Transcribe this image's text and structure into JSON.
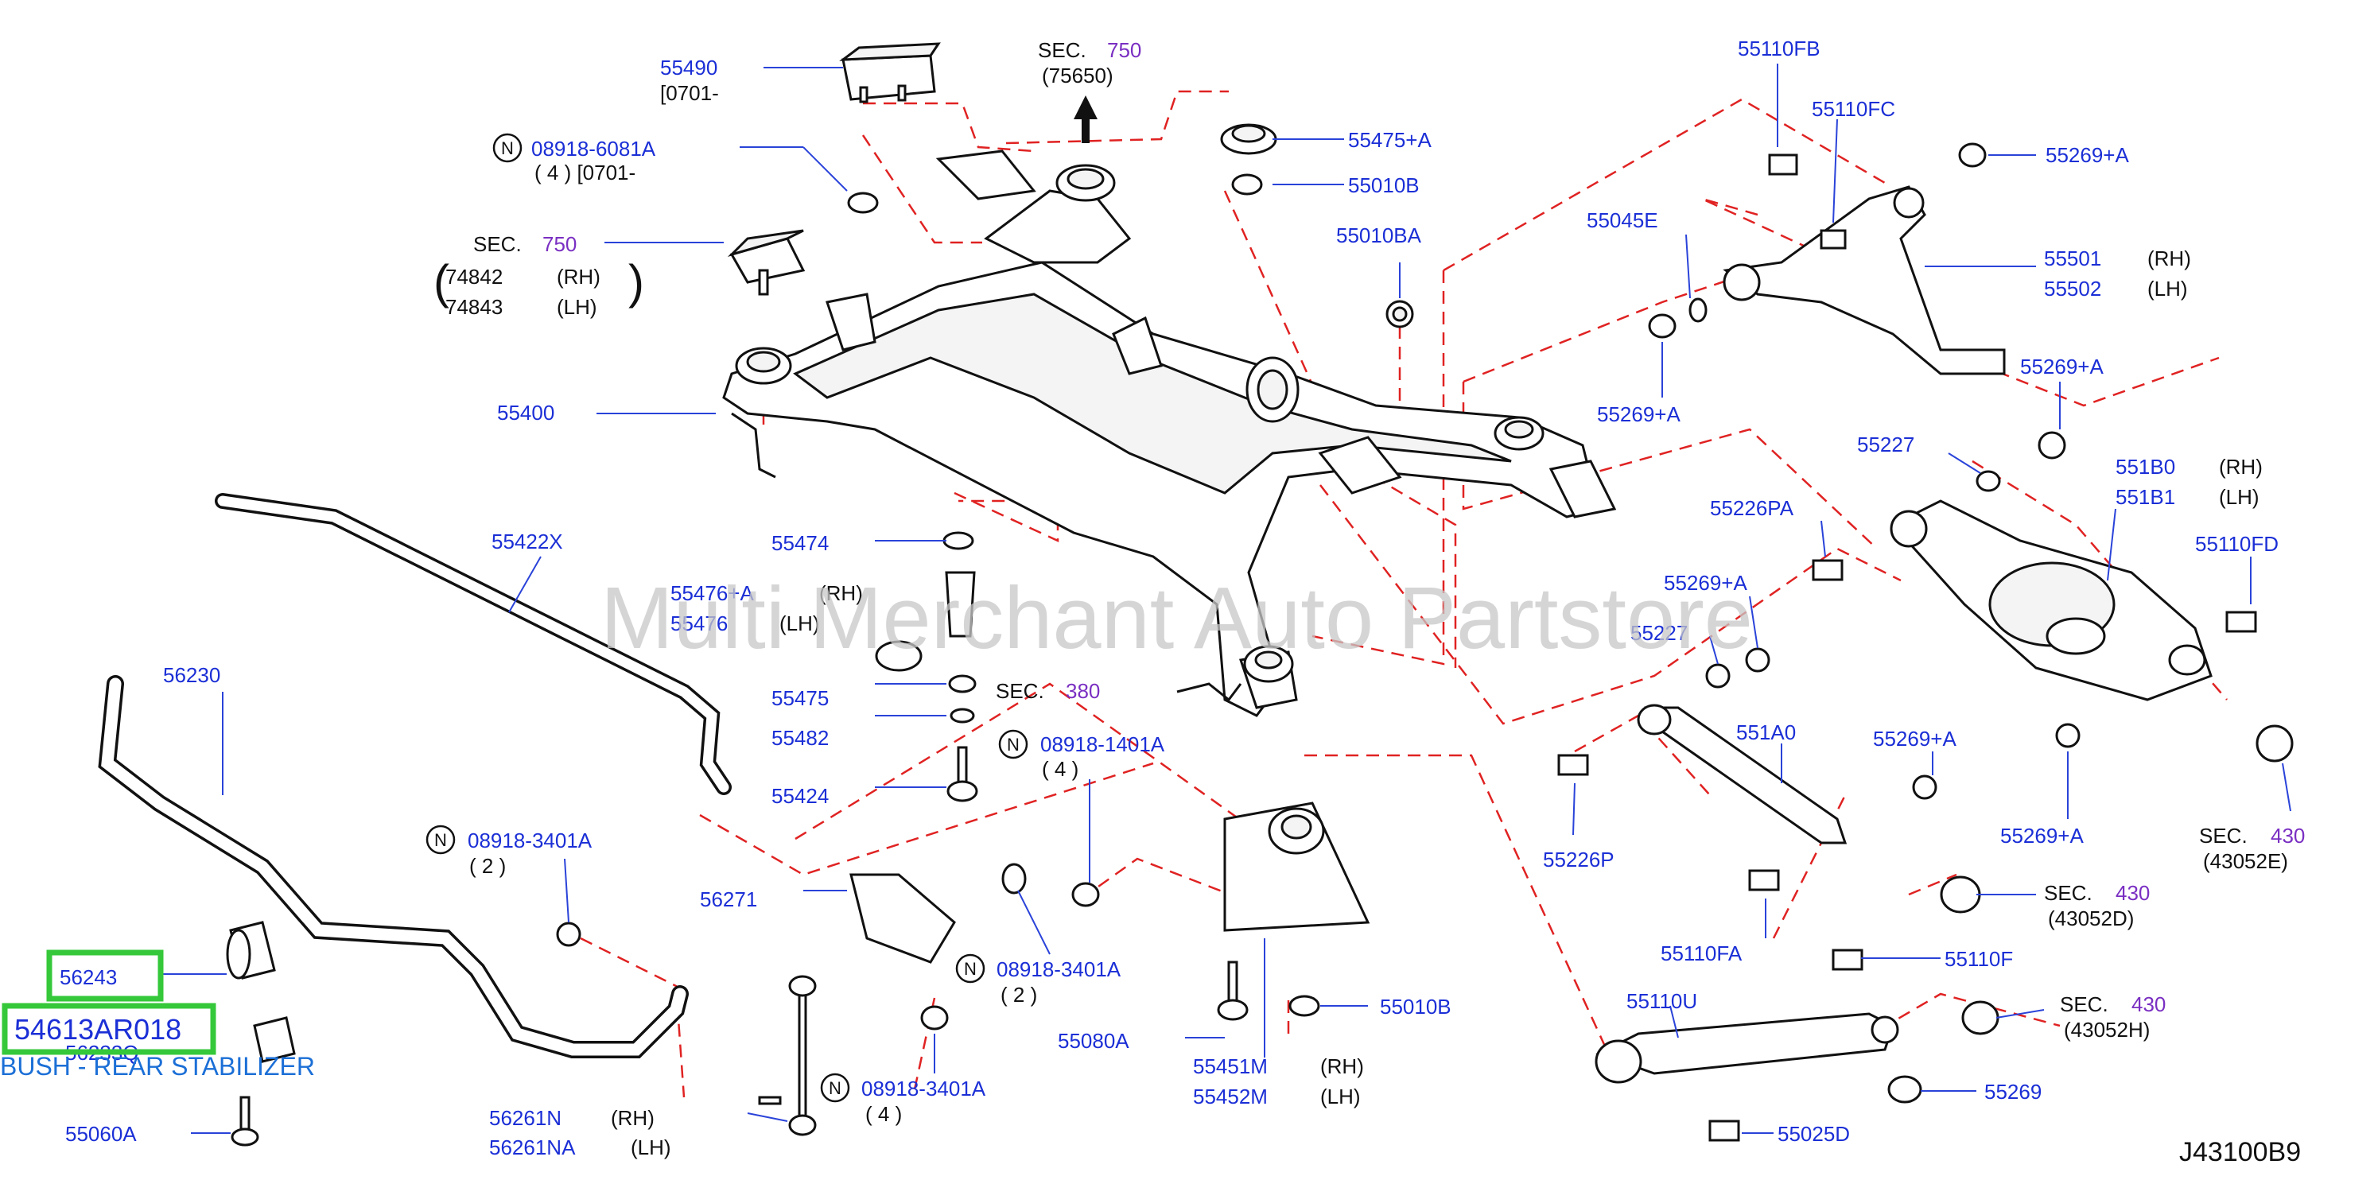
{
  "watermark": "Multi Merchant Auto Partstore",
  "diagram_code": "J43100B9",
  "highlight": {
    "part_56243": "56243",
    "part_number": "54613AR018",
    "description": "BUSH - REAR STABILIZER"
  },
  "labels": {
    "p55490": "55490",
    "p55490_date": "[0701-",
    "p08918_6081A": "08918-6081A",
    "p08918_6081A_qty": "( 4 ) [0701-",
    "sec750_top": "SEC.",
    "sec750_top_num": "750",
    "sec750_top_sub": "(75650)",
    "sec750_left": "SEC.",
    "sec750_left_num": "750",
    "p74842": "74842",
    "p74842_side": "(RH)",
    "p74843": "74843",
    "p74843_side": "(LH)",
    "p55475A": "55475+A",
    "p55010B_top": "55010B",
    "p55010BA": "55010BA",
    "p55400": "55400",
    "p55422X": "55422X",
    "p55474": "55474",
    "p55476A": "55476+A",
    "p55476A_side": "(RH)",
    "p55476": "55476",
    "p55476_side": "(LH)",
    "sec380": "SEC.",
    "sec380_num": "380",
    "p55475": "55475",
    "p55482": "55482",
    "p55424": "55424",
    "p08918_1401A": "08918-1401A",
    "p08918_1401A_qty": "( 4 )",
    "p56230": "56230",
    "p08918_3401A_a": "08918-3401A",
    "p08918_3401A_a_qty": "( 2 )",
    "p56271": "56271",
    "p08918_3401A_b": "08918-3401A",
    "p08918_3401A_b_qty": "( 2 )",
    "p08918_3401A_c": "08918-3401A",
    "p08918_3401A_c_qty": "( 4 )",
    "p56233Q": "56233Q",
    "p55060A": "55060A",
    "p56261N": "56261N",
    "p56261N_side": "(RH)",
    "p56261NA": "56261NA",
    "p56261NA_side": "(LH)",
    "p55080A": "55080A",
    "p55451M": "55451M",
    "p55451M_side": "(RH)",
    "p55452M": "55452M",
    "p55452M_side": "(LH)",
    "p55010B_bottom": "55010B",
    "p55110FB": "55110FB",
    "p55110FC": "55110FC",
    "p55269A_1": "55269+A",
    "p55045E": "55045E",
    "p55501": "55501",
    "p55501_side": "(RH)",
    "p55502": "55502",
    "p55502_side": "(LH)",
    "p55269A_2": "55269+A",
    "p55269A_3": "55269+A",
    "p55227_a": "55227",
    "p551B0": "551B0",
    "p551B0_side": "(RH)",
    "p551B1": "551B1",
    "p551B1_side": "(LH)",
    "p55226PA": "55226PA",
    "p55110FD": "55110FD",
    "p55269A_4": "55269+A",
    "p55227_b": "55227",
    "p551A0": "551A0",
    "p55269A_5": "55269+A",
    "p55226P": "55226P",
    "p55269A_6": "55269+A",
    "sec430_a": "SEC.",
    "sec430_a_num": "430",
    "sec430_a_sub": "(43052E)",
    "sec430_b": "SEC.",
    "sec430_b_num": "430",
    "sec430_b_sub": "(43052D)",
    "p55110FA": "55110FA",
    "p55110F": "55110F",
    "p55110U": "55110U",
    "sec430_c": "SEC.",
    "sec430_c_num": "430",
    "sec430_c_sub": "(43052H)",
    "p55269": "55269",
    "p55025D": "55025D",
    "n": "N"
  },
  "colors": {
    "label_blue": "#1b2fd6",
    "section_purple": "#7a2fc2",
    "dash_red": "#e02222",
    "highlight_green": "#35c83a"
  }
}
